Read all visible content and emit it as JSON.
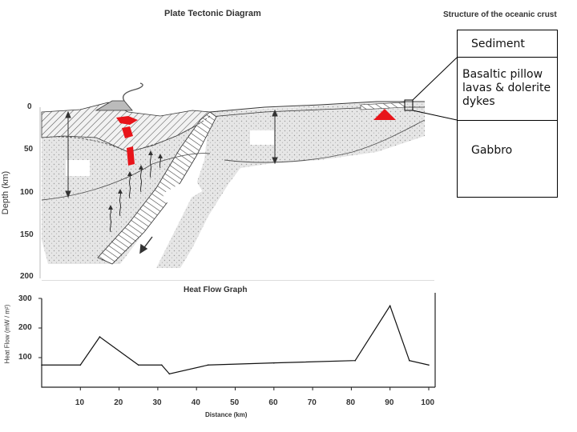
{
  "diagram": {
    "title": "Plate Tectonic Diagram",
    "depth_axis_label": "Depth (km)",
    "depth_ticks": [
      "0",
      "50",
      "100",
      "150",
      "200"
    ]
  },
  "crust": {
    "title": "Structure of the oceanic crust",
    "layers": [
      "Sediment",
      "Basaltic pillow lavas & dolerite dykes",
      "Gabbro"
    ],
    "layer_lines": [
      [
        "Basaltic pillow",
        "lavas & dolerite",
        "dykes"
      ]
    ]
  },
  "colors": {
    "magma": "#e8141a",
    "line": "#222222",
    "stipple": "#d9d9d9"
  },
  "chart_data": {
    "type": "line",
    "title": "Heat Flow Graph",
    "xlabel": "Distance (km)",
    "ylabel": "Heat Flow (mW / m²)",
    "xlim": [
      0,
      100
    ],
    "ylim": [
      0,
      300
    ],
    "x_ticks": [
      "10",
      "20",
      "30",
      "40",
      "50",
      "60",
      "70",
      "80",
      "90",
      "100"
    ],
    "y_ticks": [
      "100",
      "200",
      "300"
    ],
    "x": [
      0,
      10,
      15,
      25,
      31,
      33,
      43,
      60,
      81,
      90,
      95,
      100
    ],
    "y": [
      75,
      75,
      170,
      75,
      75,
      45,
      75,
      82,
      90,
      275,
      90,
      75
    ]
  }
}
